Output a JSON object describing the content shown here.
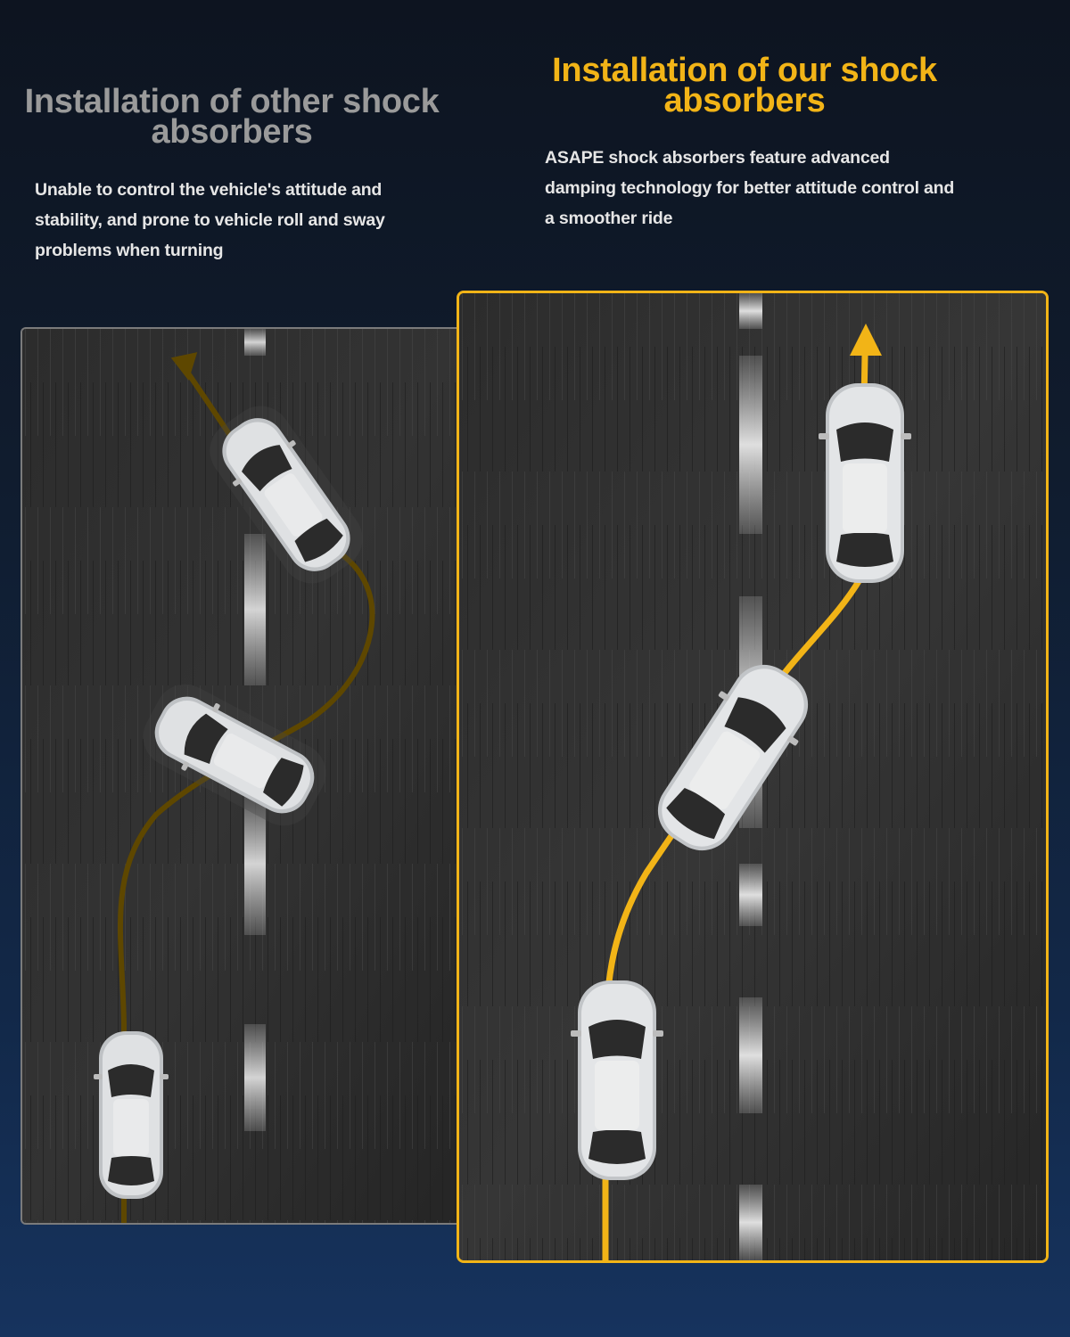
{
  "left": {
    "title": "Installation of other shock absorbers",
    "description": "Unable to control the vehicle's attitude and stability, and prone to vehicle roll and sway problems when turning"
  },
  "right": {
    "title": "Installation of our shock absorbers",
    "description": "ASAPE shock absorbers feature advanced damping technology for better attitude control and a smoother ride"
  },
  "colors": {
    "accent": "#f2b417",
    "path_dim": "#5e4700",
    "asphalt": "#2a2a2a",
    "car_body": "#d4d6d8",
    "window": "#2b2b2b"
  },
  "icons": {
    "car": "car-top-view-icon",
    "arrow": "arrow-up-icon"
  }
}
